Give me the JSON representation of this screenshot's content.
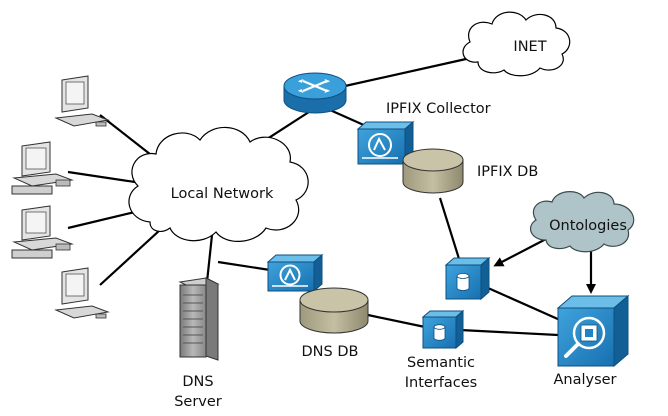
{
  "nodes": {
    "inet": "INET",
    "local_network": "Local Network",
    "ipfix_collector": "IPFIX Collector",
    "ipfix_db": "IPFIX DB",
    "ontologies": "Ontologies",
    "dns_db": "DNS DB",
    "dns_server_line1": "DNS",
    "dns_server_line2": "Server",
    "semantic_interfaces_line1": "Semantic",
    "semantic_interfaces_line2": "Interfaces",
    "analyser": "Analyser"
  },
  "colors": {
    "router": "#2a8cc8",
    "probe": "#1f84c6",
    "db_cylinder": "#b3ae92",
    "ontology_cloud": "#aec4c8",
    "cloud": "#ffffff",
    "server": "#9c9c9c",
    "line": "#000000"
  },
  "icons": [
    "router-icon",
    "probe-icon",
    "database-icon",
    "cloud-icon",
    "computer-icon",
    "server-icon",
    "semantic-interface-icon",
    "analyser-icon"
  ]
}
